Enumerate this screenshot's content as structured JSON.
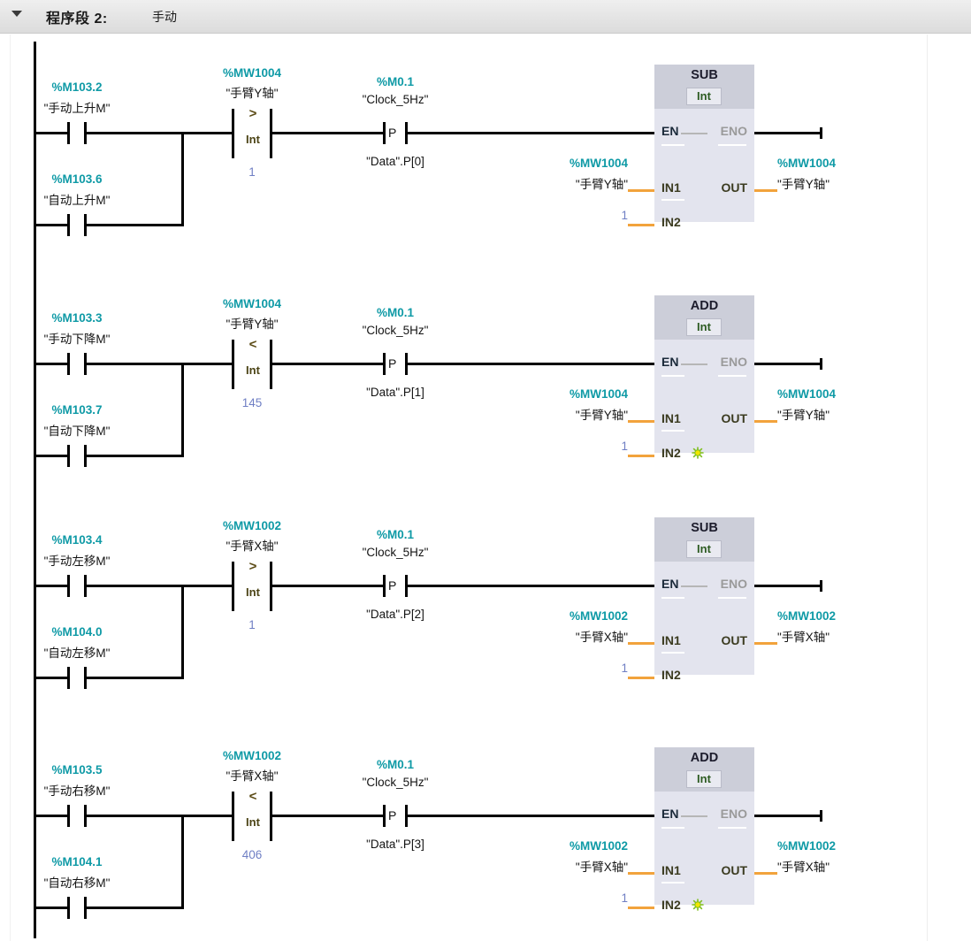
{
  "header": {
    "collapse_icon": "triangle-down-icon",
    "title": "程序段 2:",
    "comment": "手动"
  },
  "colors": {
    "address": "#0f9aa6",
    "symbol": "#141414",
    "constant": "#6f7fc4",
    "wire": "#000000",
    "orange_link": "#f2a33c",
    "block_body": "#e3e4ee",
    "block_header": "#ccced9",
    "type_badge_text": "#2d5b22",
    "eno_disabled": "#9a9a9a",
    "header_band": "#e4e4e4"
  },
  "labels": {
    "en": "EN",
    "eno": "ENO",
    "in1": "IN1",
    "in2": "IN2",
    "out": "OUT",
    "p_contact": "P"
  },
  "rungs": [
    {
      "id": "rung-1",
      "contacts": [
        {
          "address": "%M103.2",
          "symbol": "\"手动上升M\""
        },
        {
          "address": "%M103.6",
          "symbol": "\"自动上升M\""
        }
      ],
      "compare": {
        "address": "%MW1004",
        "symbol": "\"手臂Y轴\"",
        "operator": ">",
        "type": "Int",
        "operand": "1"
      },
      "edge": {
        "address": "%M0.1",
        "symbol": "\"Clock_5Hz\"",
        "memory": "\"Data\".P[0]"
      },
      "block": {
        "name": "SUB",
        "type": "Int",
        "in1_address": "%MW1004",
        "in1_symbol": "\"手臂Y轴\"",
        "in2_value": "1",
        "out_address": "%MW1004",
        "out_symbol": "\"手臂Y轴\"",
        "has_add_param_star": false
      }
    },
    {
      "id": "rung-2",
      "contacts": [
        {
          "address": "%M103.3",
          "symbol": "\"手动下降M\""
        },
        {
          "address": "%M103.7",
          "symbol": "\"自动下降M\""
        }
      ],
      "compare": {
        "address": "%MW1004",
        "symbol": "\"手臂Y轴\"",
        "operator": "<",
        "type": "Int",
        "operand": "145"
      },
      "edge": {
        "address": "%M0.1",
        "symbol": "\"Clock_5Hz\"",
        "memory": "\"Data\".P[1]"
      },
      "block": {
        "name": "ADD",
        "type": "Int",
        "in1_address": "%MW1004",
        "in1_symbol": "\"手臂Y轴\"",
        "in2_value": "1",
        "out_address": "%MW1004",
        "out_symbol": "\"手臂Y轴\"",
        "has_add_param_star": true
      }
    },
    {
      "id": "rung-3",
      "contacts": [
        {
          "address": "%M103.4",
          "symbol": "\"手动左移M\""
        },
        {
          "address": "%M104.0",
          "symbol": "\"自动左移M\""
        }
      ],
      "compare": {
        "address": "%MW1002",
        "symbol": "\"手臂X轴\"",
        "operator": ">",
        "type": "Int",
        "operand": "1"
      },
      "edge": {
        "address": "%M0.1",
        "symbol": "\"Clock_5Hz\"",
        "memory": "\"Data\".P[2]"
      },
      "block": {
        "name": "SUB",
        "type": "Int",
        "in1_address": "%MW1002",
        "in1_symbol": "\"手臂X轴\"",
        "in2_value": "1",
        "out_address": "%MW1002",
        "out_symbol": "\"手臂X轴\"",
        "has_add_param_star": false
      }
    },
    {
      "id": "rung-4",
      "contacts": [
        {
          "address": "%M103.5",
          "symbol": "\"手动右移M\""
        },
        {
          "address": "%M104.1",
          "symbol": "\"自动右移M\""
        }
      ],
      "compare": {
        "address": "%MW1002",
        "symbol": "\"手臂X轴\"",
        "operator": "<",
        "type": "Int",
        "operand": "406"
      },
      "edge": {
        "address": "%M0.1",
        "symbol": "\"Clock_5Hz\"",
        "memory": "\"Data\".P[3]"
      },
      "block": {
        "name": "ADD",
        "type": "Int",
        "in1_address": "%MW1002",
        "in1_symbol": "\"手臂X轴\"",
        "in2_value": "1",
        "out_address": "%MW1002",
        "out_symbol": "\"手臂X轴\"",
        "has_add_param_star": true
      }
    }
  ]
}
